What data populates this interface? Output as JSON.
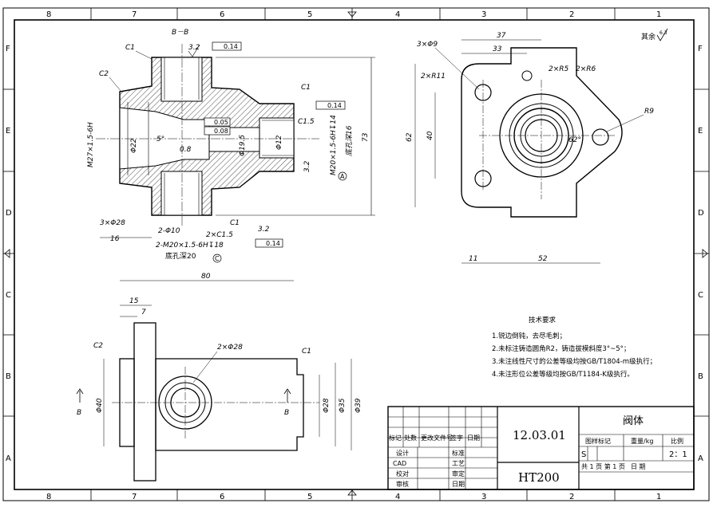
{
  "border": {
    "cols": [
      "8",
      "7",
      "6",
      "5",
      "4",
      "3",
      "2",
      "1"
    ],
    "rows": [
      "F",
      "E",
      "D",
      "C",
      "B",
      "A"
    ]
  },
  "roughness_note": "其余",
  "roughness_value": "6.3",
  "views": {
    "section_label": "B－B",
    "direction_label": "B",
    "ref_a": "A",
    "ref_c": "C"
  },
  "dims": {
    "c1": "C1",
    "c2": "C2",
    "ra32": "3.2",
    "tol1": "0.14",
    "tol2": "0.05",
    "tol3": "0.08",
    "m27": "M27×1.5-6H",
    "d22": "Φ22",
    "deg5": "5°",
    "d08": "0.8",
    "d195": "Φ19.5",
    "d12": "Φ12",
    "c15": "C1.5",
    "m20r": "M20×1.5-6H↧14",
    "depth16": "底孔深16",
    "h73": "73",
    "three_d28": "3×Φ28",
    "two_d10": "2-Φ10",
    "two_c15": "2×C1.5",
    "d16": "16",
    "m20b": "2-M20×1.5-6H↧18",
    "depth20": "底孔深20",
    "three_d9": "3×Φ9",
    "w37": "37",
    "w33": "33",
    "r11": "2×R11",
    "r5": "2×R5",
    "r6": "2×R6",
    "r9": "R9",
    "h62": "62",
    "h40": "40",
    "deg62": "62°",
    "w11": "11",
    "w52": "52",
    "w80": "80",
    "w15": "15",
    "w7": "7",
    "two_d28": "2×Φ28",
    "d40": "Φ40",
    "d28": "Φ28",
    "d35": "Φ35",
    "d39": "Φ39"
  },
  "notes": {
    "title": "技术要求",
    "items": [
      "1.锐边倒钝，去尽毛刺；",
      "2.未标注铸造圆角R2，铸造拔模斜度3°~5°；",
      "3.未注线性尺寸的公差等级均按GB/T1804-m级执行；",
      "4.未注形位公差等级均按GB/T1184-K级执行。"
    ]
  },
  "title_block": {
    "code": "12.03.01",
    "name": "阀体",
    "material": "HT200",
    "headers": [
      "标记",
      "处数",
      "更改文件号",
      "签字",
      "日期"
    ],
    "sign_rows": [
      "设计",
      "CAD",
      "校对",
      "审核"
    ],
    "sign_mid": [
      "标准",
      "工艺",
      "审定",
      "日期"
    ],
    "stage_label": "图样标记",
    "weight_label": "重量/kg",
    "scale_label": "比例",
    "stage_value": "S",
    "scale_value": "2：1",
    "sheets": "共  1  页  第  1  页",
    "date_label": "日     期"
  }
}
